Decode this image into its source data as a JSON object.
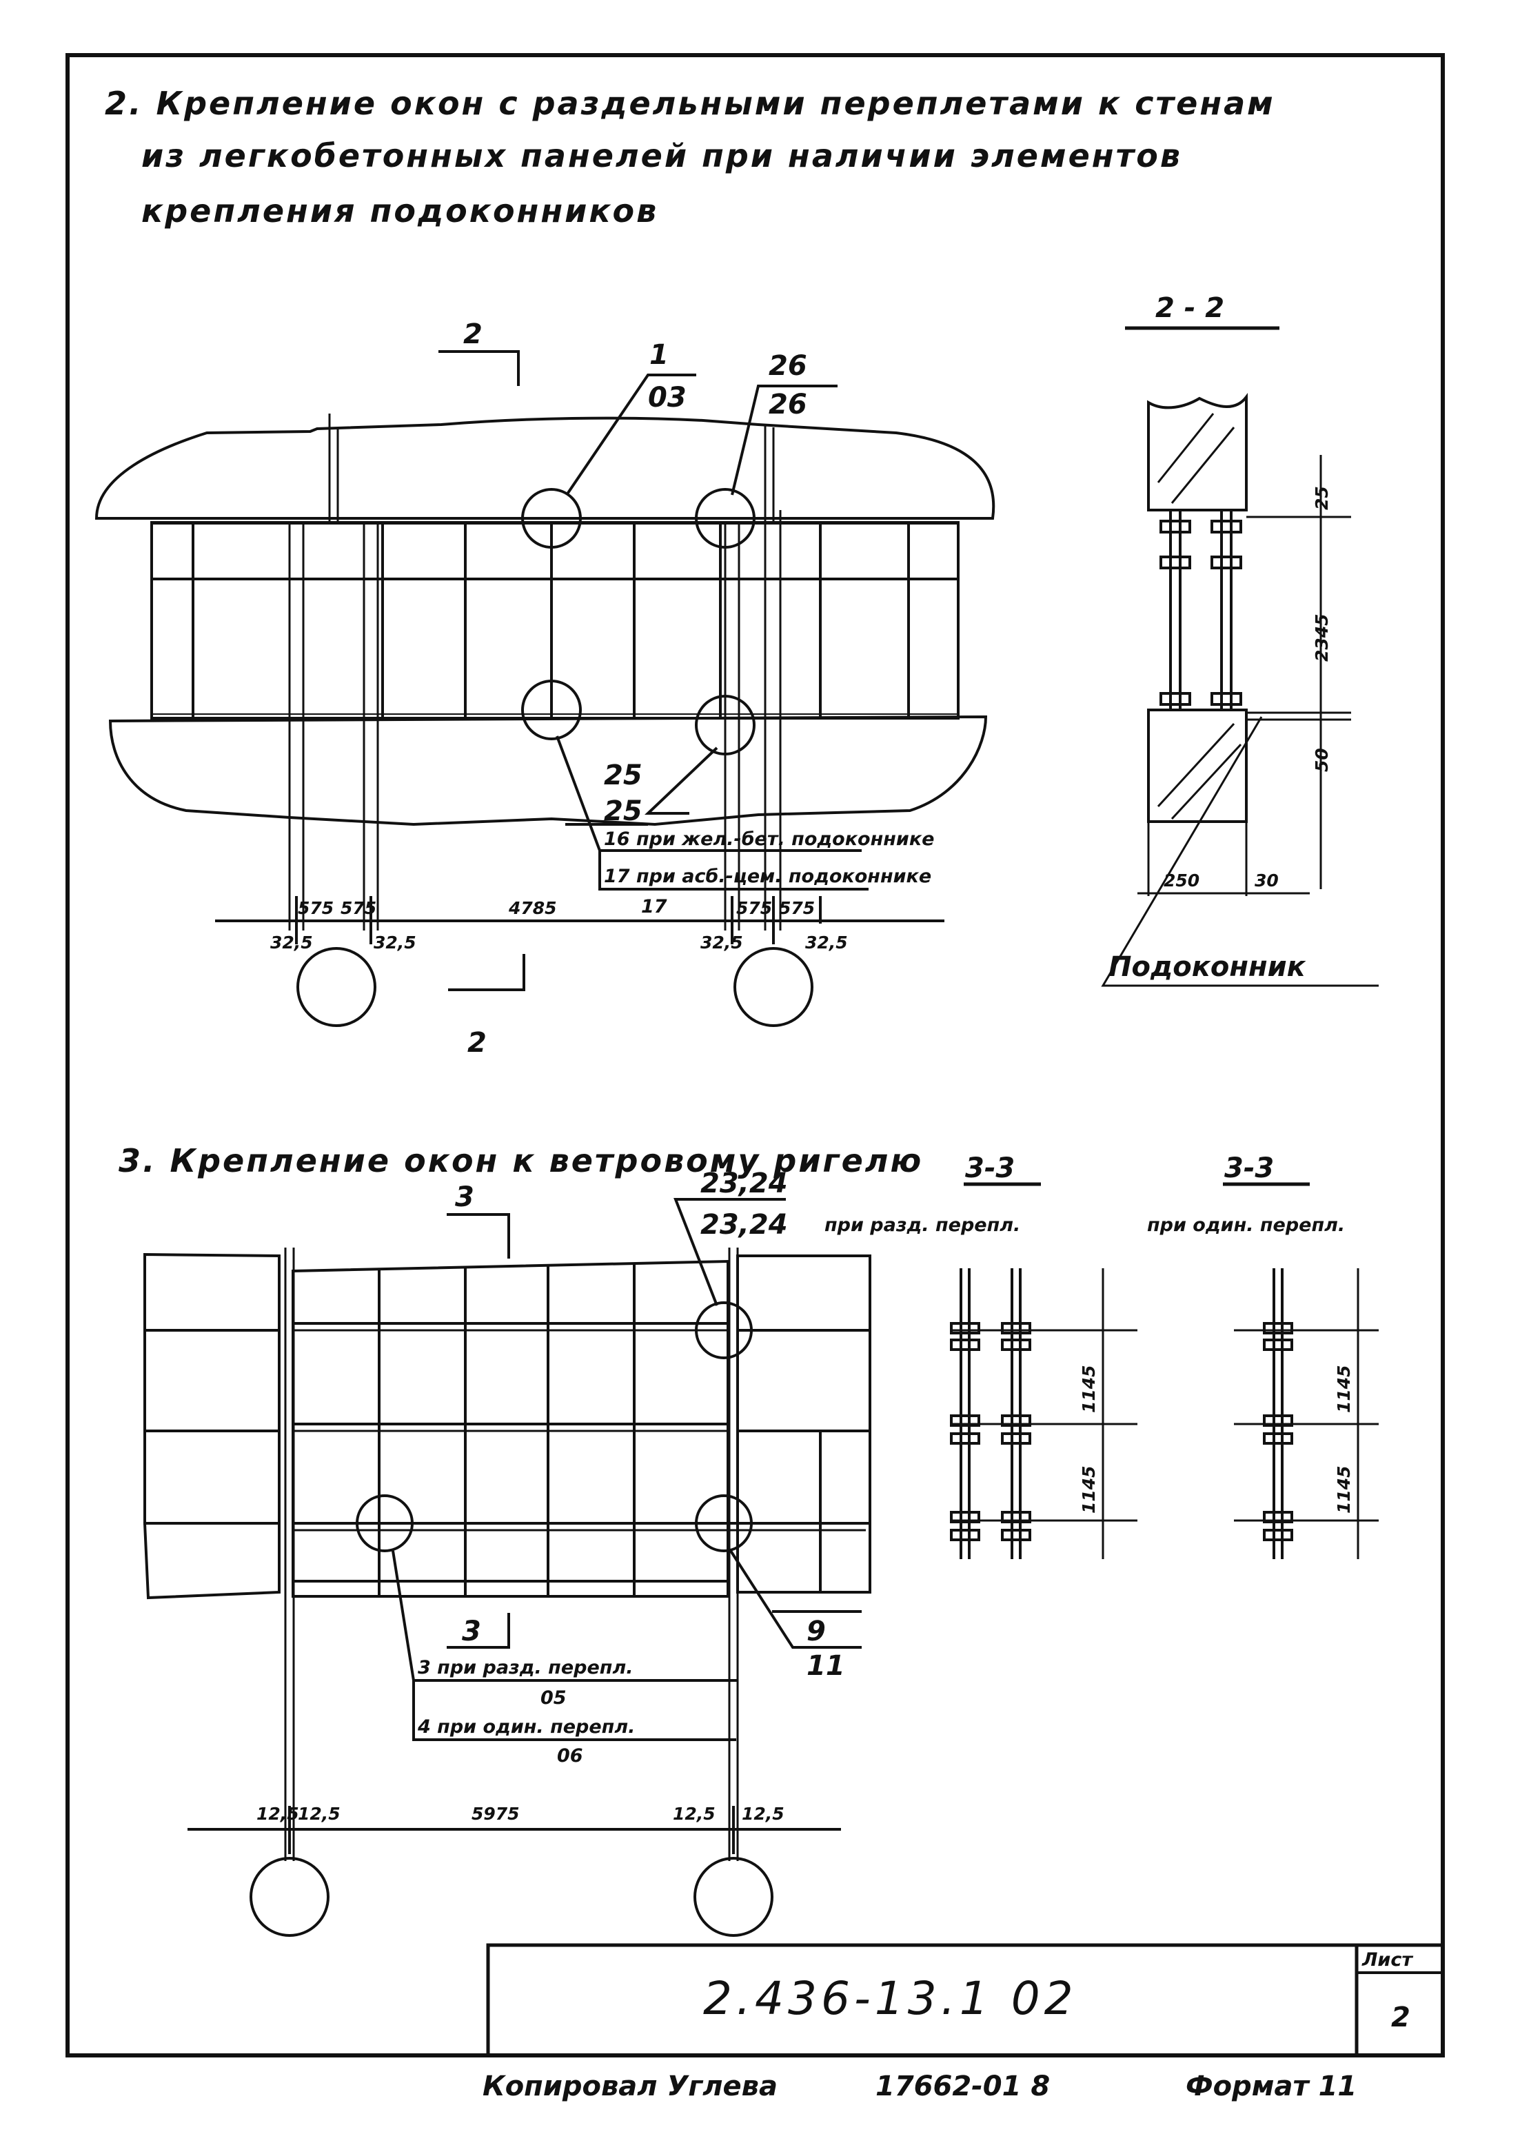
{
  "section2": {
    "title_lines": [
      "2. Крепление окон с раздельными переплетами к стенам",
      "из легкобетонных панелей при наличии элементов",
      "крепления подоконников"
    ],
    "section_mark_top": "2",
    "section_mark_bottom": "2",
    "callouts": {
      "c1_top": "1",
      "c1_bottom": "03",
      "c26_top": "26",
      "c26_bottom": "26",
      "c25_top": "25",
      "c25_bottom": "25",
      "note16": "16 при жел.-бет. подоконнике",
      "note17": "17 при асб.-цем. подоконнике",
      "note17_num": "17"
    },
    "dims": {
      "d575a": "575",
      "d575b": "575",
      "d4785": "4785",
      "d575c": "575",
      "d575d": "575",
      "d325a": "32,5",
      "d325b": "32,5",
      "d325c": "32,5",
      "d325d": "32,5"
    },
    "detail": {
      "title": "2 - 2",
      "d25": "25",
      "d2345": "2345",
      "d50": "50",
      "d250": "250",
      "d30": "30",
      "sill_label": "Подоконник"
    }
  },
  "section3": {
    "title": "3. Крепление окон к ветровому ригелю",
    "section_mark_top": "3",
    "section_mark_bottom": "3",
    "callouts": {
      "c2324_top": "23,24",
      "c2324_bottom": "23,24",
      "c9_top": "9",
      "c9_bottom": "11",
      "note3": "3 при разд. перепл.",
      "note3_ref": "05",
      "note4": "4 при один. перепл.",
      "note4_ref": "06"
    },
    "dims": {
      "d125a": "12,5",
      "d125b": "12,5",
      "d5975": "5975",
      "d125c": "12,5",
      "d125d": "12,5"
    },
    "detail_a": {
      "title": "3-3",
      "subtitle": "при разд. перепл.",
      "d1145a": "1145",
      "d1145b": "1145"
    },
    "detail_b": {
      "title": "3-3",
      "subtitle": "при один. перепл.",
      "d1145a": "1145",
      "d1145b": "1145"
    }
  },
  "stamp": {
    "code": "2.436-13.1  02",
    "sheet_label": "Лист",
    "sheet_number": "2"
  },
  "footer": {
    "copied": "Копировал Углева",
    "order": "17662-01  8",
    "format": "Формат 11"
  }
}
